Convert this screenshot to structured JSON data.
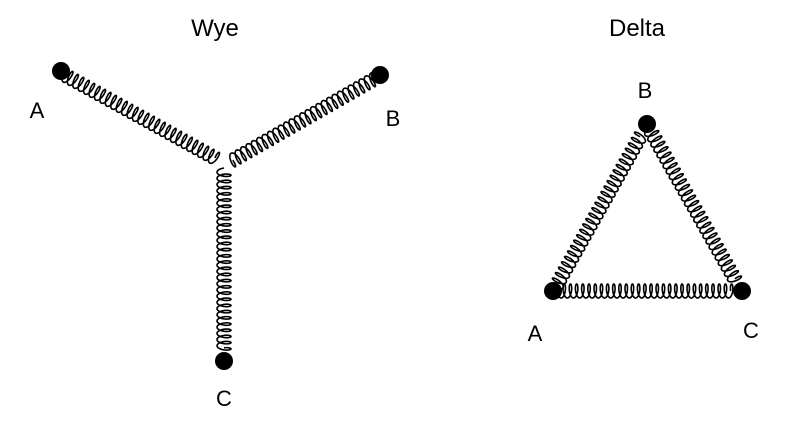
{
  "wye": {
    "title": "Wye",
    "labels": {
      "a": "A",
      "b": "B",
      "c": "C"
    }
  },
  "delta": {
    "title": "Delta",
    "labels": {
      "a": "A",
      "b": "B",
      "c": "C"
    }
  },
  "colors": {
    "ink": "#000000",
    "background": "#ffffff"
  }
}
